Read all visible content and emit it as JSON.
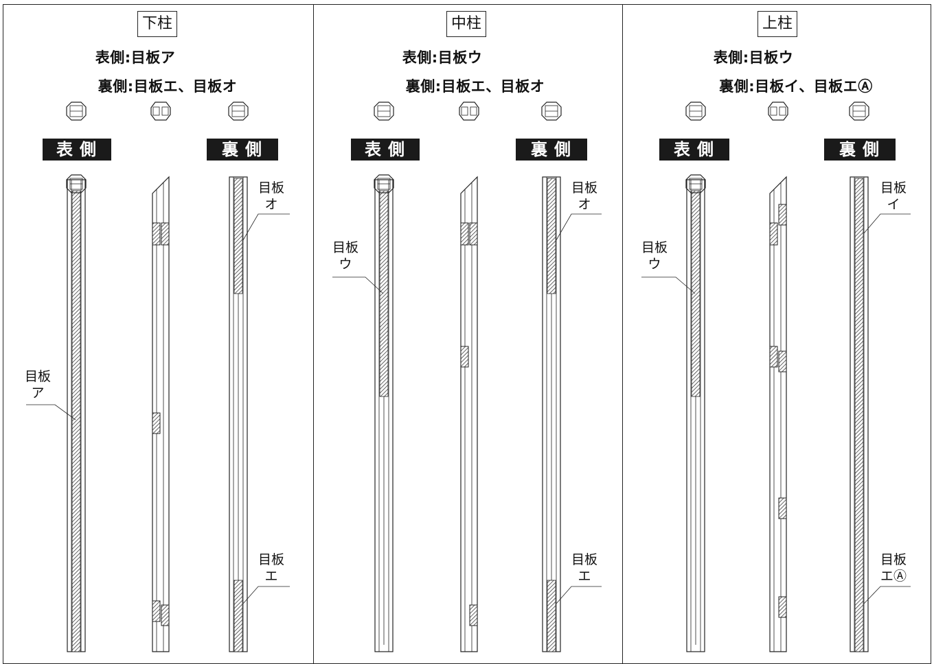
{
  "panels": [
    {
      "title": "下柱",
      "front_desc": "表側:目板ア",
      "back_desc": "裏側:目板エ、目板オ",
      "front_label": "表側",
      "back_label": "裏側",
      "callouts": {
        "front": [
          "目板",
          "ア"
        ],
        "back_top": [
          "目板",
          "オ"
        ],
        "back_bottom": [
          "目板",
          "エ"
        ]
      }
    },
    {
      "title": "中柱",
      "front_desc": "表側:目板ウ",
      "back_desc": "裏側:目板エ、目板オ",
      "front_label": "表側",
      "back_label": "裏側",
      "callouts": {
        "front": [
          "目板",
          "ウ"
        ],
        "back_top": [
          "目板",
          "オ"
        ],
        "back_bottom": [
          "目板",
          "エ"
        ]
      }
    },
    {
      "title": "上柱",
      "front_desc": "表側:目板ウ",
      "back_desc": "裏側:目板イ、目板エⒶ",
      "front_label": "表側",
      "back_label": "裏側",
      "callouts": {
        "front": [
          "目板",
          "ウ"
        ],
        "back_top": [
          "目板",
          "イ"
        ],
        "back_bottom": [
          "目板",
          "エⒶ"
        ]
      }
    }
  ]
}
